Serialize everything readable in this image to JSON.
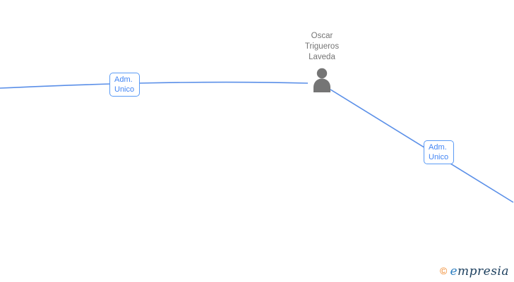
{
  "page": {
    "background_color": "#ffffff"
  },
  "graph": {
    "edge_color": "#5a8fe8",
    "person_node": {
      "name_lines": [
        "Oscar",
        "Trigueros",
        "Laveda"
      ],
      "icon": "person-silhouette-icon",
      "icon_color": "#757575",
      "label_color": "#757575"
    },
    "edge_labels": [
      {
        "lines": [
          "Adm.",
          "Unico"
        ]
      },
      {
        "lines": [
          "Adm.",
          "Unico"
        ]
      }
    ],
    "label_style": {
      "border_color": "#5b9bf5",
      "text_color": "#4285f4",
      "background": "#ffffff"
    }
  },
  "watermark": {
    "copyright_symbol": "©",
    "brand_first_letter": "e",
    "brand_rest": "mpresia",
    "copyright_color": "#ef8322",
    "brand_first_color": "#2d7fc1",
    "brand_rest_color": "#1c3f5e"
  }
}
